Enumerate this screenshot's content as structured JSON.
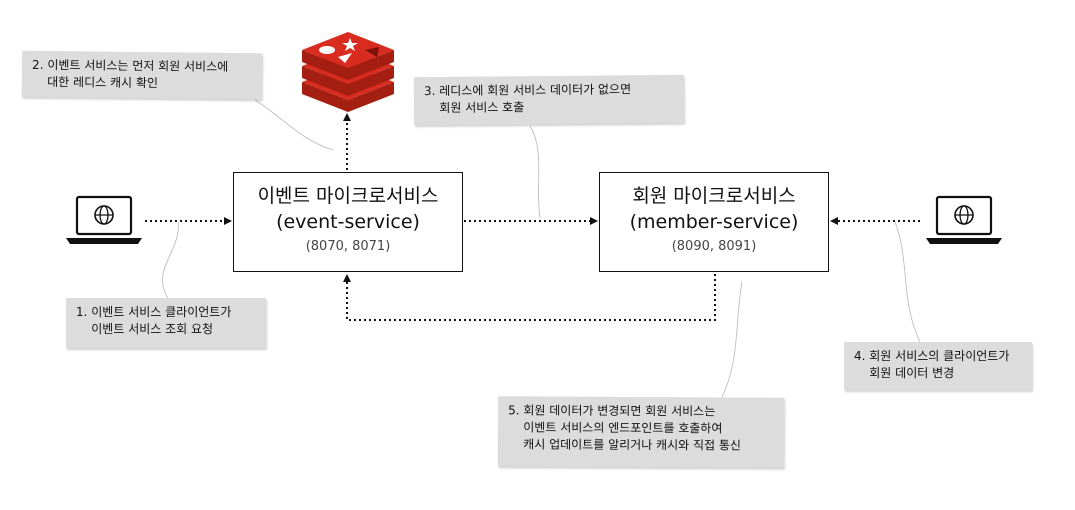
{
  "services": {
    "event": {
      "name": "이벤트 마이크로서비스",
      "id": "(event-service)",
      "ports": "(8070, 8071)"
    },
    "member": {
      "name": "회원 마이크로서비스",
      "id": "(member-service)",
      "ports": "(8090, 8091)"
    }
  },
  "notes": {
    "n1": [
      "1. 이벤트 서비스 클라이언트가",
      "    이벤트 서비스 조회 요청"
    ],
    "n2": [
      "2. 이벤트 서비스는 먼저 회원 서비스에",
      "    대한 레디스 캐시 확인"
    ],
    "n3": [
      "3. 레디스에 회원 서비스 데이터가 없으면",
      "    회원 서비스 호출"
    ],
    "n4": [
      "4. 회원 서비스의 클라이언트가",
      "    회원 데이터 변경"
    ],
    "n5": [
      "5. 회원 데이터가 변경되면 회원 서비스는",
      "    이벤트 서비스의 엔드포인트를 호출하여",
      "    캐시 업데이트를 알리거나 캐시와 직접 통신"
    ]
  },
  "icons": {
    "client_left": "laptop-globe-icon",
    "client_right": "laptop-globe-icon",
    "cache": "redis-logo-icon"
  },
  "colors": {
    "redis": "#d82c20",
    "note_bg": "#dcdcdc",
    "line": "#111111"
  }
}
